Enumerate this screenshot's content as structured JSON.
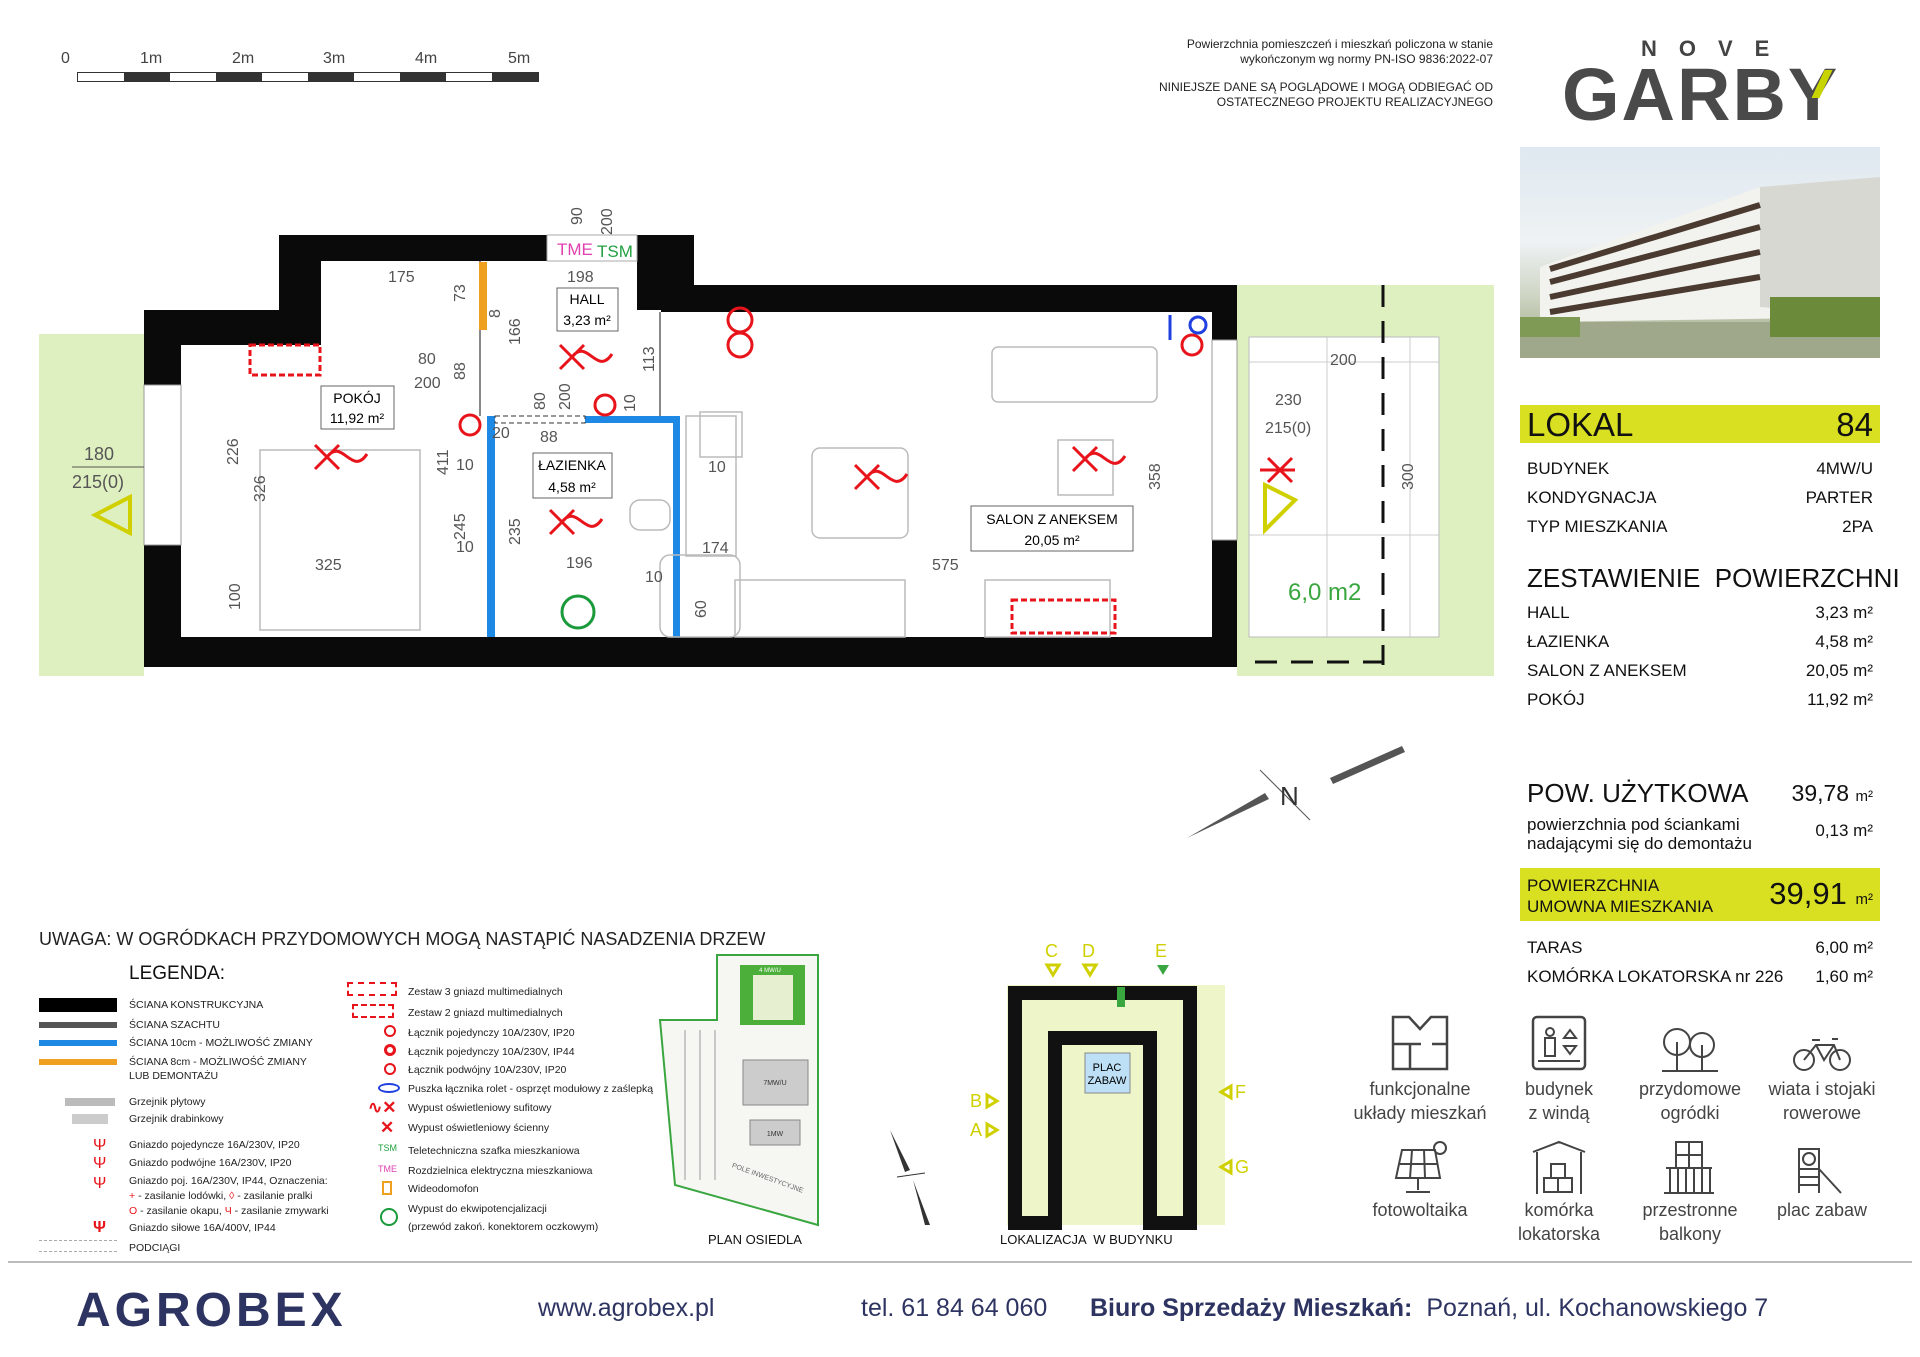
{
  "scale_bar": {
    "labels": [
      "0",
      "1m",
      "2m",
      "3m",
      "4m",
      "5m"
    ]
  },
  "notes": {
    "area_norm_1": "Powierzchnia pomieszczeń i mieszkań policzona w stanie",
    "area_norm_2": "wykończonym wg normy PN-ISO 9836:2022-07",
    "disclaimer_1": "NINIEJSZE DANE SĄ POGLĄDOWE I MOGĄ ODBIEGAĆ OD",
    "disclaimer_2": "OSTATECZNEGO PROJEKTU REALIZACYJNEGO"
  },
  "logo": {
    "line1": "NOVE",
    "line2": "GARBY"
  },
  "unit": {
    "title": "LOKAL",
    "number": "84",
    "details": [
      {
        "label": "BUDYNEK",
        "value": "4MW/U"
      },
      {
        "label": "KONDYGNACJA",
        "value": "PARTER"
      },
      {
        "label": "TYP MIESZKANIA",
        "value": "2PA"
      }
    ],
    "summary_title": "ZESTAWIENIE  POWIERZCHNI",
    "rooms": [
      {
        "label": "HALL",
        "value": "3,23 m²"
      },
      {
        "label": "ŁAZIENKA",
        "value": "4,58 m²"
      },
      {
        "label": "SALON Z ANEKSEM",
        "value": "20,05 m²"
      },
      {
        "label": "POKÓJ",
        "value": "11,92 m²"
      }
    ],
    "usable_label": "POW. UŻYTKOWA",
    "usable_value": "39,78",
    "unit_m2": "m²",
    "walls_label_1": "powierzchnia pod ściankami",
    "walls_label_2": "nadającymi się do demontażu",
    "walls_value": "0,13 m²",
    "contract_label_1": "POWIERZCHNIA",
    "contract_label_2": "UMOWNA MIESZKANIA",
    "contract_value": "39,91",
    "extras": [
      {
        "label": "TARAS",
        "value": "6,00 m²"
      },
      {
        "label": "KOMÓRKA LOKATORSKA nr 226",
        "value": "1,60 m²"
      }
    ]
  },
  "floorplan": {
    "rooms": [
      {
        "name": "POKÓJ",
        "area": "11,92 m²"
      },
      {
        "name": "HALL",
        "area": "3,23 m²"
      },
      {
        "name": "ŁAZIENKA",
        "area": "4,58 m²"
      },
      {
        "name": "SALON Z ANEKSEM",
        "area": "20,05 m²"
      }
    ],
    "terrace_area": "6,0 m2",
    "tme": "TME",
    "tsm": "TSM",
    "dims": [
      "175",
      "73",
      "8",
      "166",
      "80",
      "200",
      "88",
      "226",
      "326",
      "411",
      "10",
      "20",
      "88",
      "80",
      "200",
      "113",
      "10",
      "245",
      "235",
      "196",
      "325",
      "100",
      "10",
      "174",
      "60",
      "575",
      "358",
      "200",
      "230",
      "215(0)",
      "300",
      "180",
      "215(0)",
      "90",
      "200",
      "198",
      "10",
      "10"
    ],
    "compass": "N"
  },
  "warning": "UWAGA: W OGRÓDKACH PRZYDOMOWYCH MOGĄ NASTĄPIĆ NASADZENIA DRZEW",
  "legend": {
    "title": "LEGENDA:",
    "left": [
      "ŚCIANA KONSTRUKCYJNA",
      "ŚCIANA SZACHTU",
      "ŚCIANA 10cm - MOŻLIWOŚĆ ZMIANY",
      "ŚCIANA 8cm - MOŻLIWOŚĆ ZMIANY",
      "LUB DEMONTAŻU",
      "Grzejnik płytowy",
      "Grzejnik drabinkowy",
      "Gniazdo pojedyncze 16A/230V, IP20",
      "Gniazdo podwójne 16A/230V, IP20",
      "Gniazdo poj. 16A/230V, IP44, Oznaczenia:",
      "- zasilanie lodówki,",
      "- zasilanie pralki",
      "- zasilanie okapu,",
      "- zasilanie zmywarki",
      "Gniazdo siłowe 16A/400V, IP44",
      "PODCIĄGI"
    ],
    "right": [
      "Zestaw 3 gniazd multimedialnych",
      "Zestaw 2 gniazd multimedialnych",
      "Łącznik pojedynczy 10A/230V, IP20",
      "Łącznik pojedynczy 10A/230V, IP44",
      "Łącznik podwójny 10A/230V, IP20",
      "Puszka łącznika rolet - osprzęt modułowy z zaślepką",
      "Wypust oświetleniowy sufitowy",
      "Wypust oświetleniowy ścienny",
      "Teletechniczna szafka mieszkaniowa",
      "Rozdzielnica elektryczna mieszkaniowa",
      "Wideodomofon",
      "Wypust do ekwipotencjalizacji",
      "(przewód zakoń. konektorem oczkowym)"
    ],
    "tsm": "TSM",
    "tme": "TME"
  },
  "site_plan": {
    "label": "PLAN OSIEDLA",
    "b1": "4 MW/U",
    "b2": "7MW/U",
    "b3": "1MW",
    "field": "POLE INWESTYCYJNE"
  },
  "building_location": {
    "label": "LOKALIZACJA  W BUDYNKU",
    "playground": [
      "PLAC",
      "ZABAW"
    ],
    "entrances": [
      "C",
      "D",
      "E",
      "B",
      "A",
      "F",
      "G"
    ]
  },
  "features": [
    {
      "icon": "floorplan-icon",
      "l1": "funkcjonalne",
      "l2": "układy mieszkań"
    },
    {
      "icon": "elevator-icon",
      "l1": "budynek",
      "l2": "z windą"
    },
    {
      "icon": "trees-icon",
      "l1": "przydomowe",
      "l2": "ogródki"
    },
    {
      "icon": "bicycle-icon",
      "l1": "wiata i stojaki",
      "l2": "rowerowe"
    },
    {
      "icon": "solar-panel-icon",
      "l1": "fotowoltaika",
      "l2": ""
    },
    {
      "icon": "storage-icon",
      "l1": "komórka",
      "l2": "lokatorska"
    },
    {
      "icon": "balcony-icon",
      "l1": "przestronne",
      "l2": "balkony"
    },
    {
      "icon": "playground-icon",
      "l1": "plac zabaw",
      "l2": ""
    }
  ],
  "footer": {
    "brand": "AGROBEX",
    "website": "www.agrobex.pl",
    "phone": "tel. 61 84 64 060",
    "office_label": "Biuro Sprzedaży Mieszkań:",
    "office_address": "Poznań, ul. Kochanowskiego 7"
  },
  "colors": {
    "accent": "#d9e021",
    "garden": "#dff0c0",
    "brand": "#2e3461",
    "electric": "#e8141b",
    "wall_10cm": "#1e88e5",
    "wall_8cm": "#f0a020"
  }
}
